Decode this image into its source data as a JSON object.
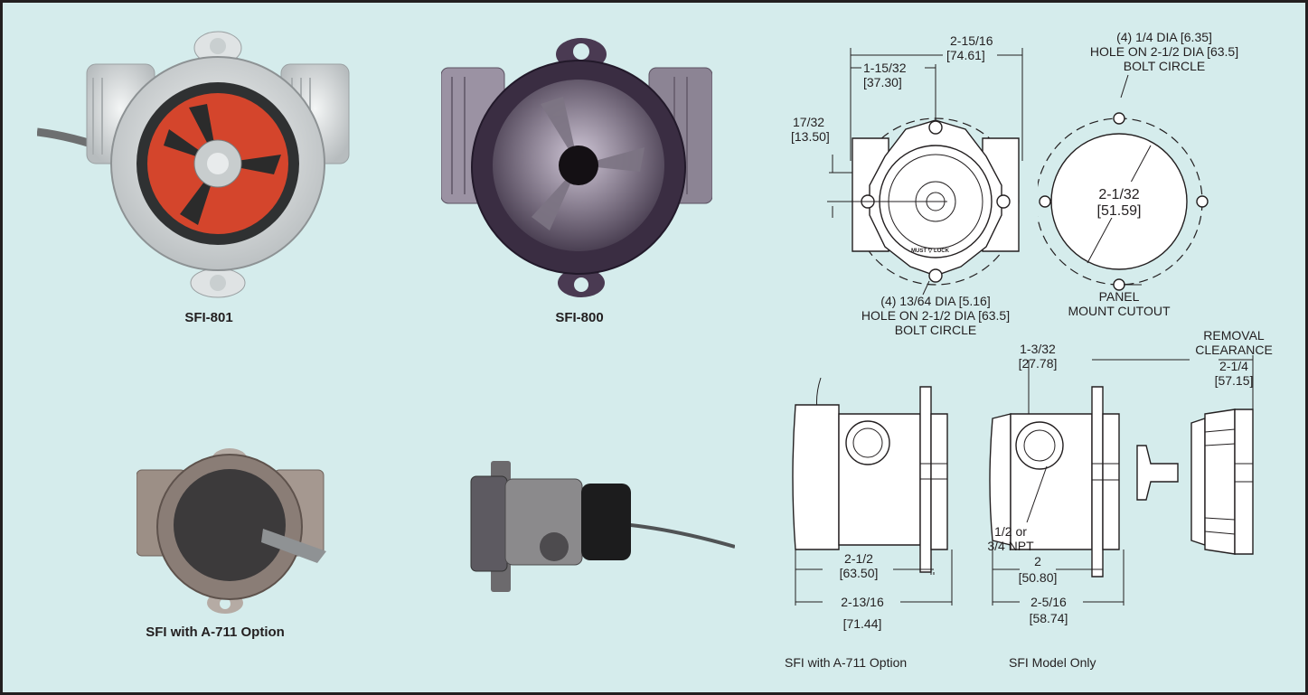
{
  "colors": {
    "background": "#d5ecec",
    "border": "#231f20",
    "impeller_red": "#d4452c",
    "lens_purple": "#4a3a52"
  },
  "photos": {
    "sfi801": {
      "caption": "SFI-801",
      "icon": "sfi-801-flow-indicator-photo"
    },
    "sfi800": {
      "caption": "SFI-800",
      "icon": "sfi-800-flow-indicator-photo"
    },
    "a711_front": {
      "caption": "SFI with A-711 Option",
      "icon": "sfi-a711-front-photo"
    },
    "a711_side": {
      "caption": "",
      "icon": "sfi-a711-side-photo"
    }
  },
  "front_view": {
    "overall_width": "2-15/16",
    "overall_width_mm": "[74.61]",
    "half_width": "1-15/32",
    "half_width_mm": "[37.30]",
    "offset": "17/32",
    "offset_mm": "[13.50]",
    "must_lock": "MUST ▽ LOCK",
    "hole_note_1": "(4) 13/64 DIA [5.16]",
    "hole_note_2": "HOLE ON 2-1/2 DIA [63.5]",
    "hole_note_3": "BOLT CIRCLE"
  },
  "panel_cutout": {
    "hole_note_1": "(4) 1/4 DIA [6.35]",
    "hole_note_2": "HOLE ON 2-1/2 DIA [63.5]",
    "hole_note_3": "BOLT CIRCLE",
    "diameter": "2-1/32",
    "diameter_mm": "[51.59]",
    "label_1": "PANEL",
    "label_2": "MOUNT CUTOUT"
  },
  "side_a711": {
    "dim1": "2-1/2",
    "dim1_mm": "[63.50]",
    "dim2": "2-13/16",
    "dim2_mm": "[71.44]",
    "caption": "SFI with A-711 Option"
  },
  "side_model": {
    "top_dim": "1-3/32",
    "top_dim_mm": "[27.78]",
    "removal_1": "REMOVAL",
    "removal_2": "CLEARANCE",
    "removal_dim": "2-1/4",
    "removal_dim_mm": "[57.15]",
    "npt_1": "1/2 or",
    "npt_2": "3/4 NPT",
    "dim1": "2",
    "dim1_mm": "[50.80]",
    "dim2": "2-5/16",
    "dim2_mm": "[58.74]",
    "caption": "SFI Model Only"
  }
}
